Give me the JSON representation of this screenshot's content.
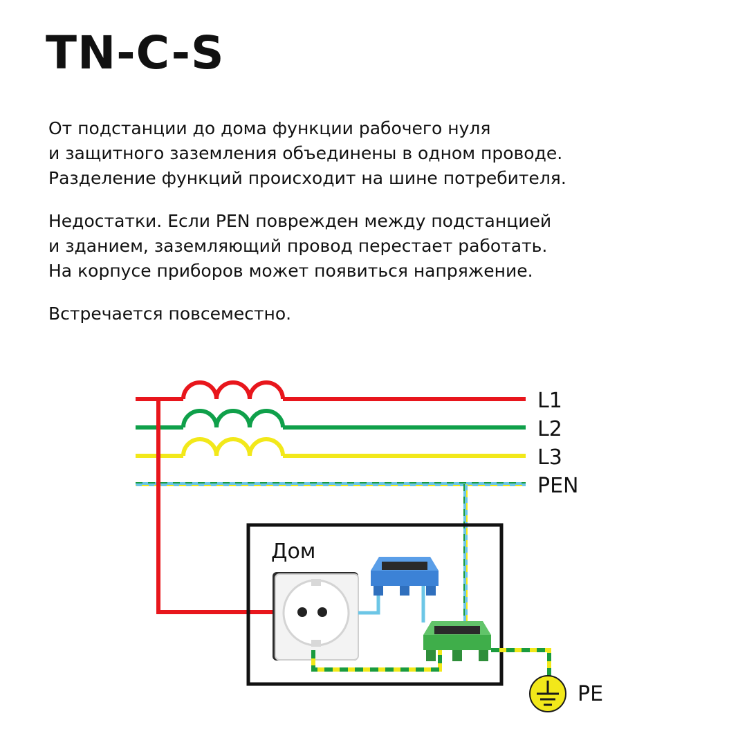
{
  "title": "TN-C-S",
  "paragraphs": [
    [
      "От подстанции до дома функции рабочего нуля",
      "и защитного заземления объединены в одном проводе.",
      "Разделение функций происходит на шине потребителя."
    ],
    [
      "Недостатки. Если PEN поврежден между подстанцией",
      "и зданием, заземляющий провод перестает работать.",
      "На корпусе приборов может появиться напряжение."
    ],
    [
      "Встречается повсеместно."
    ]
  ],
  "diagram": {
    "wires": [
      {
        "label": "L1",
        "color": "#e8161c"
      },
      {
        "label": "L2",
        "color": "#0fa04a"
      },
      {
        "label": "L3",
        "color": "#f2e81a"
      },
      {
        "label": "PEN",
        "color": "#6cc6e6"
      }
    ],
    "house_label": "Дом",
    "ground_label": "PE",
    "colors": {
      "pe_green": "#1a9b3e",
      "pe_yellow": "#f2e81a",
      "neutral_blue": "#6cc6e6",
      "busbar_blue": "#3c82d6",
      "busbar_green": "#3fae4a",
      "house_border": "#111111"
    }
  }
}
